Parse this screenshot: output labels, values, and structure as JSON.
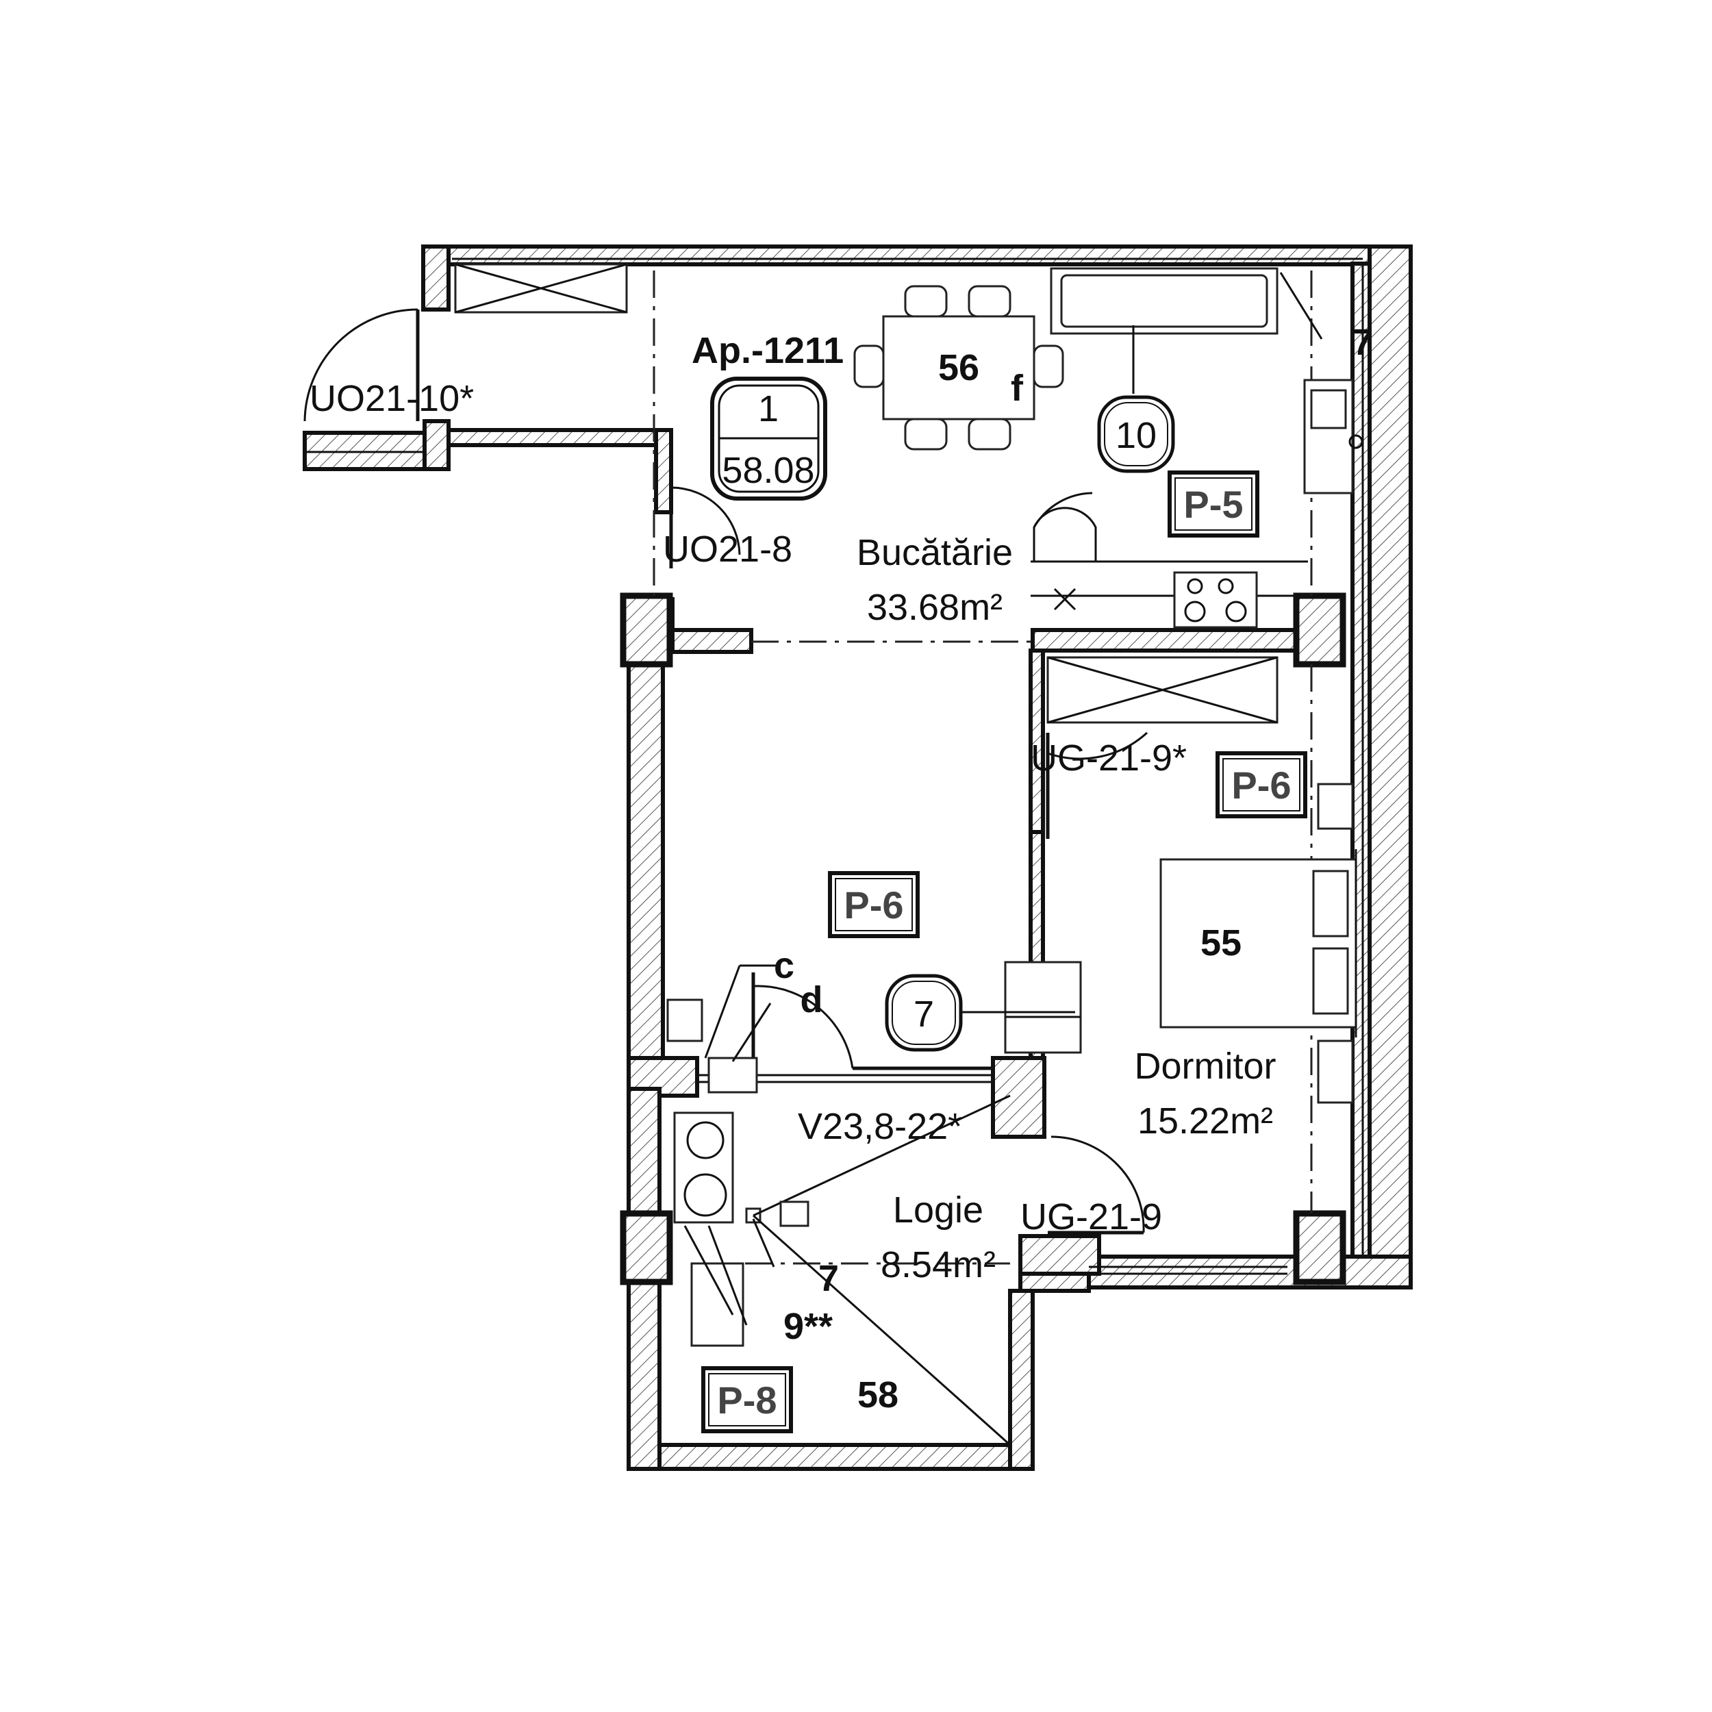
{
  "apartment": {
    "name": "Ap.-1211",
    "rooms_count": "1",
    "total_area": "58.08"
  },
  "rooms": {
    "kitchen": {
      "name": "Bucătărie",
      "area": "33.68m²"
    },
    "bedroom": {
      "name": "Dormitor",
      "area": "15.22m²"
    },
    "loggia": {
      "name": "Logie",
      "area": "8.54m²"
    }
  },
  "floor_tags": {
    "kitchen": "P-5",
    "hall": "P-6",
    "bedroom": "P-6",
    "loggia": "P-8"
  },
  "openings": {
    "entry_door": "UO21-10*",
    "kitchen_door": "UO21-8",
    "bedroom_door_top": "UG-21-9*",
    "bedroom_door_bottom": "UG-21-9",
    "loggia_window": "V23,8-22*"
  },
  "callouts": {
    "table_number": "56",
    "bed_number": "55",
    "loggia_number": "58",
    "circle_kitchen": "10",
    "circle_hall": "7",
    "label_f": "f",
    "label_c": "c",
    "label_d": "d",
    "label_7_top_right": "7",
    "label_7_loggia": "7",
    "label_9": "9**"
  }
}
